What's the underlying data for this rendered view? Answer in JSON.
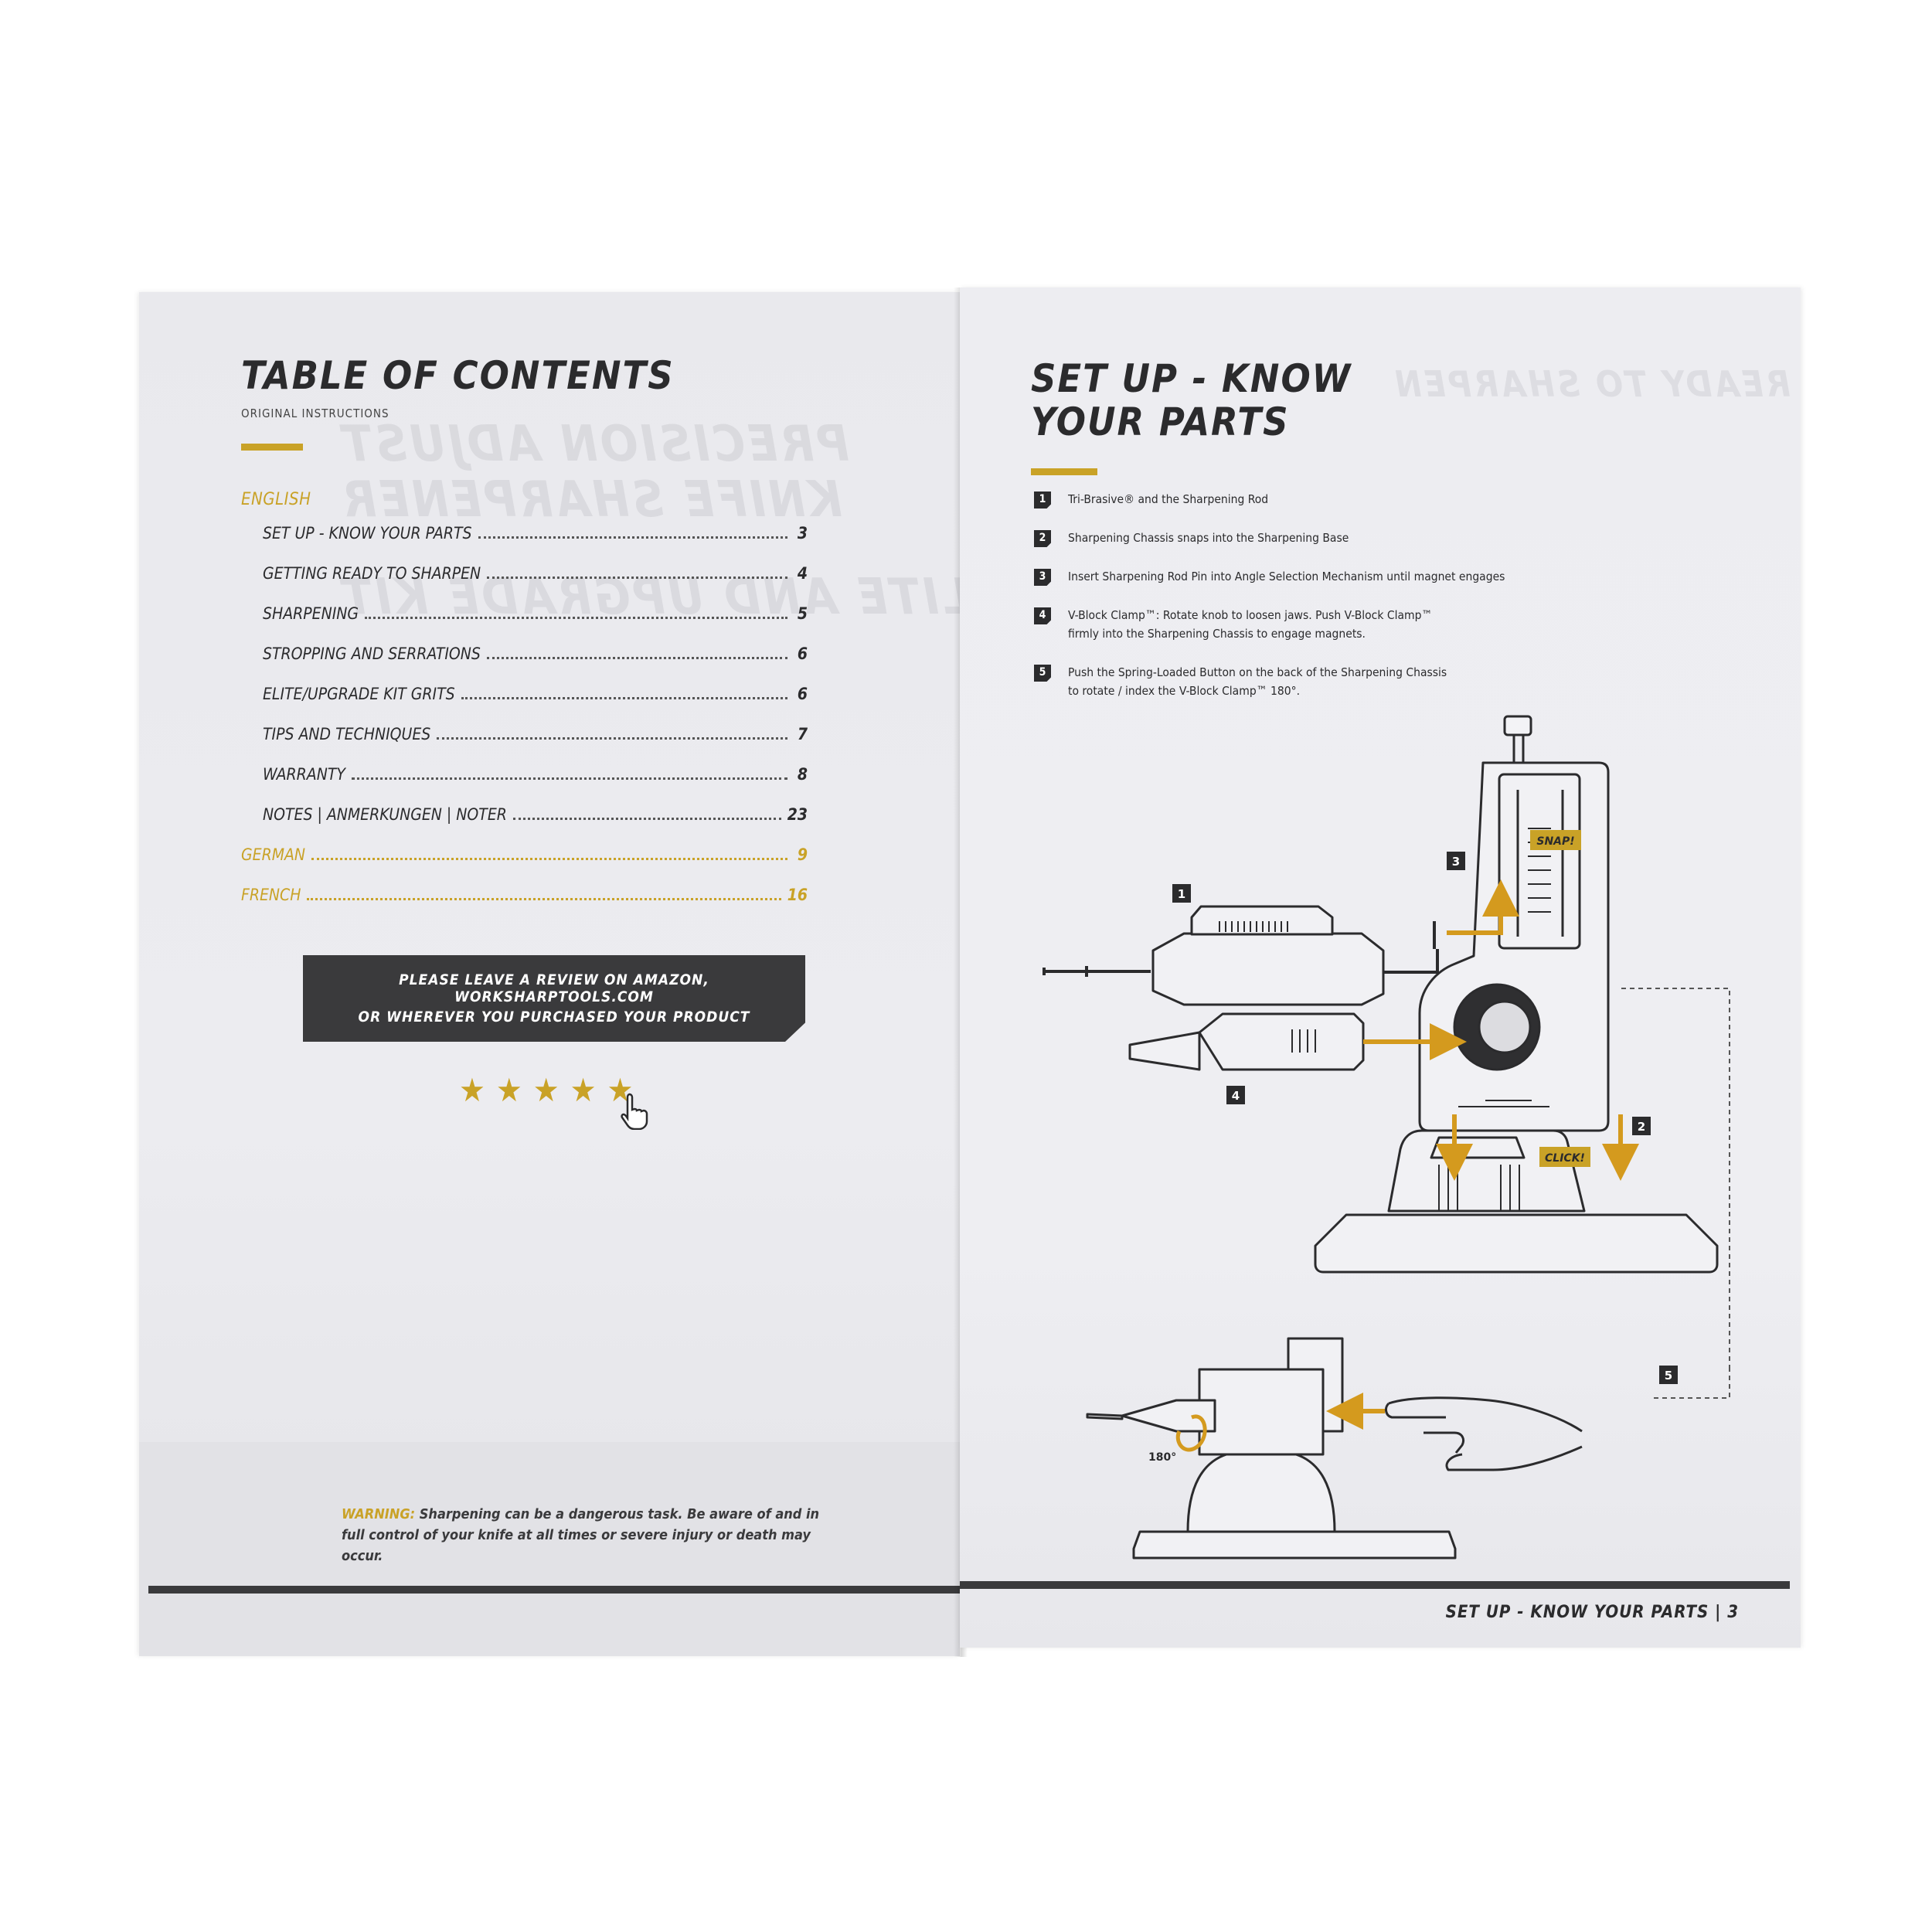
{
  "toc": {
    "title": "TABLE OF CONTENTS",
    "subtitle": "ORIGINAL INSTRUCTIONS",
    "english_label": "ENGLISH",
    "entries": [
      {
        "label": "SET UP - KNOW YOUR PARTS",
        "page": "3"
      },
      {
        "label": "GETTING READY TO SHARPEN",
        "page": "4"
      },
      {
        "label": "SHARPENING",
        "page": "5"
      },
      {
        "label": "STROPPING AND SERRATIONS",
        "page": "6"
      },
      {
        "label": "ELITE/UPGRADE KIT GRITS",
        "page": "6"
      },
      {
        "label": "TIPS AND TECHNIQUES",
        "page": "7"
      },
      {
        "label": "WARRANTY",
        "page": "8"
      },
      {
        "label": "NOTES | ANMERKUNGEN | NOTER",
        "page": "23"
      }
    ],
    "languages": [
      {
        "label": "GERMAN",
        "page": "9"
      },
      {
        "label": "FRENCH",
        "page": "16"
      }
    ]
  },
  "review": {
    "line1": "PLEASE LEAVE A REVIEW ON AMAZON, WORKSHARPTOOLS.COM",
    "line2": "OR WHEREVER YOU PURCHASED YOUR PRODUCT",
    "stars": "★★★★★"
  },
  "warning": {
    "label": "WARNING:",
    "text": " Sharpening can be a dangerous task. Be aware of and in full control of your knife at all times or severe injury or death may occur."
  },
  "parts_page": {
    "title_line1": "SET UP - KNOW",
    "title_line2": "YOUR PARTS",
    "items": [
      {
        "num": "1",
        "lines": [
          "Tri-Brasive® and the Sharpening Rod"
        ]
      },
      {
        "num": "2",
        "lines": [
          "Sharpening Chassis snaps into the Sharpening Base"
        ]
      },
      {
        "num": "3",
        "lines": [
          "Insert Sharpening Rod Pin into Angle Selection Mechanism until magnet engages"
        ]
      },
      {
        "num": "4",
        "lines": [
          "V-Block Clamp™: Rotate knob to loosen jaws. Push V-Block Clamp™",
          "firmly into the Sharpening Chassis to engage magnets."
        ]
      },
      {
        "num": "5",
        "lines": [
          "Push the Spring-Loaded Button on the back of the Sharpening Chassis",
          "to rotate / index the V-Block Clamp™ 180°."
        ]
      }
    ],
    "diagram": {
      "snap_label": "SNAP!",
      "click_label": "CLICK!",
      "rotate_label": "180°",
      "callouts": [
        "1",
        "2",
        "3",
        "4",
        "5"
      ]
    },
    "footer": "SET UP - KNOW YOUR PARTS | 3"
  },
  "colors": {
    "accent": "#c9a227",
    "dark": "#3a3a3c",
    "page": "#ececf0"
  }
}
